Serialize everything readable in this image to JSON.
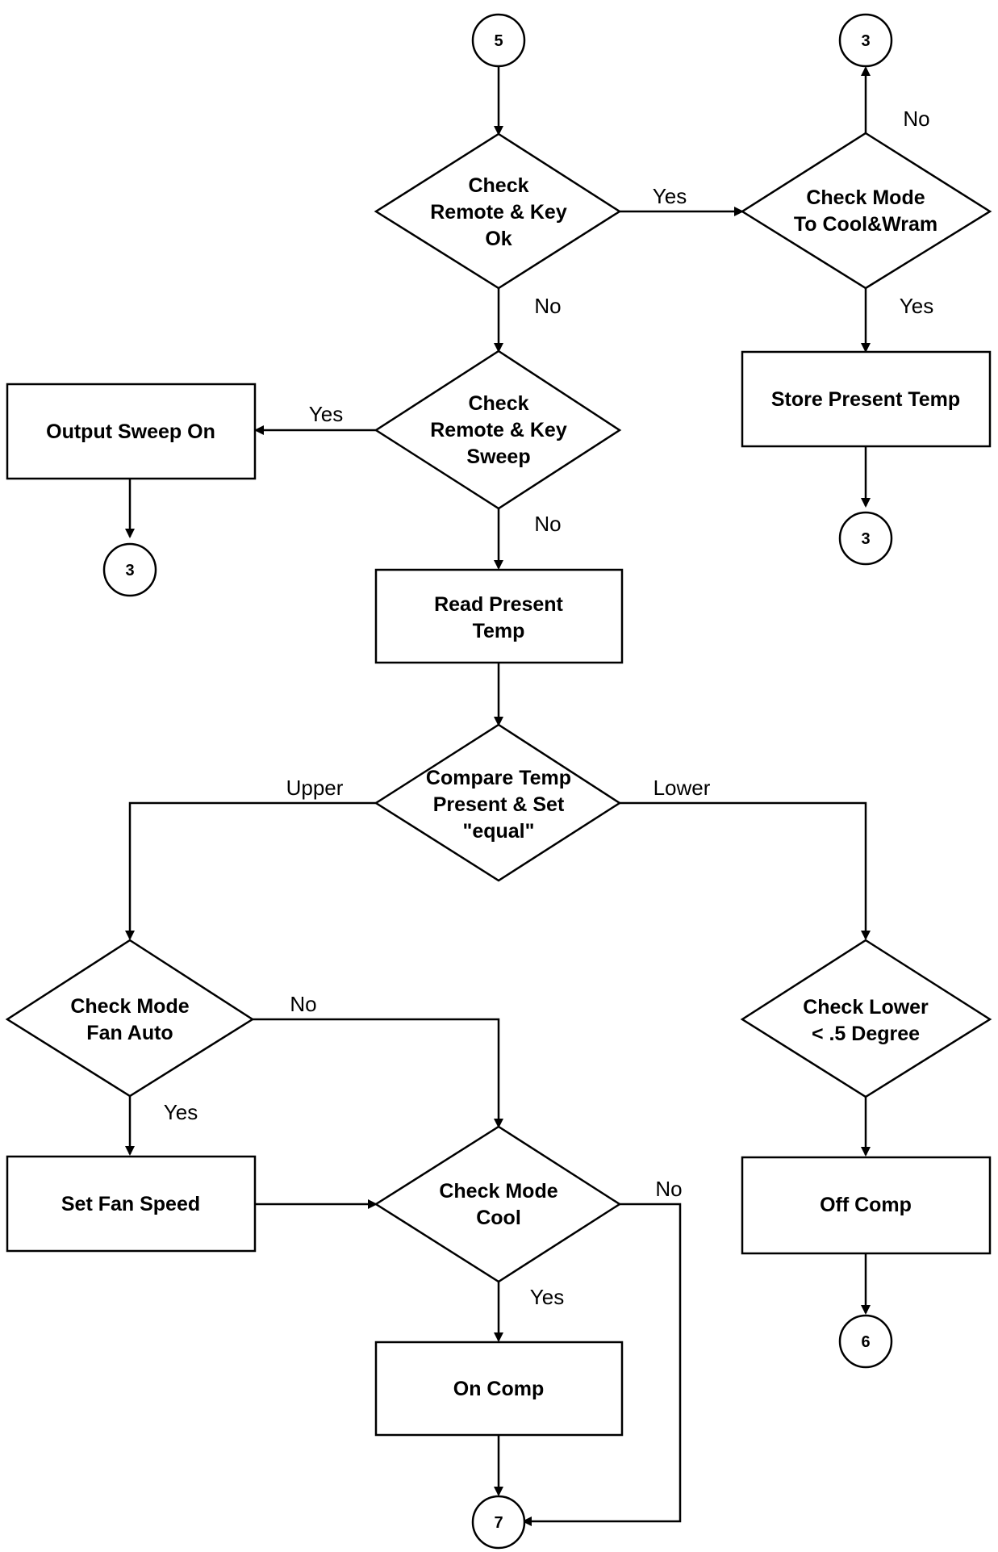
{
  "diagram": {
    "connectors": {
      "c5": "5",
      "c3_top": "3",
      "c3_right": "3",
      "c3_left": "3",
      "c6": "6",
      "c7": "7"
    },
    "decisions": {
      "check_ok": [
        "Check",
        "Remote & Key",
        "Ok"
      ],
      "check_mode_cw": [
        "Check Mode",
        "To Cool&Wram"
      ],
      "check_sweep": [
        "Check",
        "Remote & Key",
        "Sweep"
      ],
      "compare_temp": [
        "Compare Temp",
        "Present & Set",
        "\"equal\""
      ],
      "check_fan_auto": [
        "Check Mode",
        "Fan Auto"
      ],
      "check_lower": [
        "Check Lower",
        "< .5 Degree"
      ],
      "check_mode_cool": [
        "Check Mode",
        "Cool"
      ]
    },
    "processes": {
      "store_temp": [
        "Store Present Temp"
      ],
      "output_sweep": [
        "Output Sweep On"
      ],
      "read_temp": [
        "Read Present",
        "Temp"
      ],
      "set_fan_speed": [
        "Set Fan Speed"
      ],
      "off_comp": [
        "Off Comp"
      ],
      "on_comp": [
        "On Comp"
      ]
    },
    "edge_labels": {
      "ok_yes": "Yes",
      "ok_no": "No",
      "cw_no": "No",
      "cw_yes": "Yes",
      "sweep_yes": "Yes",
      "sweep_no": "No",
      "cmp_upper": "Upper",
      "cmp_lower": "Lower",
      "fan_no": "No",
      "fan_yes": "Yes",
      "cool_no": "No",
      "cool_yes": "Yes"
    }
  }
}
